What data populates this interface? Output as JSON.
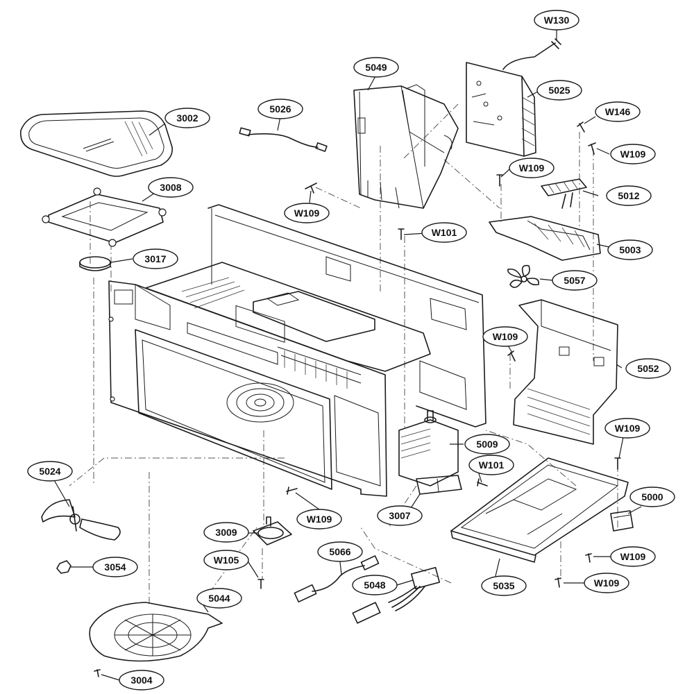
{
  "diagram": {
    "type": "exploded-parts-view",
    "callouts": [
      {
        "id": "c-w130",
        "label": "W130"
      },
      {
        "id": "c-5049",
        "label": "5049"
      },
      {
        "id": "c-5025",
        "label": "5025"
      },
      {
        "id": "c-3002",
        "label": "3002"
      },
      {
        "id": "c-5026",
        "label": "5026"
      },
      {
        "id": "c-w146",
        "label": "W146"
      },
      {
        "id": "c-w109-a",
        "label": "W109"
      },
      {
        "id": "c-3008",
        "label": "3008"
      },
      {
        "id": "c-w109-b",
        "label": "W109"
      },
      {
        "id": "c-5012",
        "label": "5012"
      },
      {
        "id": "c-w109-c",
        "label": "W109"
      },
      {
        "id": "c-w101-a",
        "label": "W101"
      },
      {
        "id": "c-5003",
        "label": "5003"
      },
      {
        "id": "c-3017",
        "label": "3017"
      },
      {
        "id": "c-5057",
        "label": "5057"
      },
      {
        "id": "c-w109-d",
        "label": "W109"
      },
      {
        "id": "c-5052",
        "label": "5052"
      },
      {
        "id": "c-w109-e",
        "label": "W109"
      },
      {
        "id": "c-5009",
        "label": "5009"
      },
      {
        "id": "c-5024",
        "label": "5024"
      },
      {
        "id": "c-w101-b",
        "label": "W101"
      },
      {
        "id": "c-5000",
        "label": "5000"
      },
      {
        "id": "c-3007",
        "label": "3007"
      },
      {
        "id": "c-w109-f",
        "label": "W109"
      },
      {
        "id": "c-3009",
        "label": "3009"
      },
      {
        "id": "c-5066",
        "label": "5066"
      },
      {
        "id": "c-w109-g",
        "label": "W109"
      },
      {
        "id": "c-w105",
        "label": "W105"
      },
      {
        "id": "c-3054",
        "label": "3054"
      },
      {
        "id": "c-5048",
        "label": "5048"
      },
      {
        "id": "c-5035",
        "label": "5035"
      },
      {
        "id": "c-w109-h",
        "label": "W109"
      },
      {
        "id": "c-5044",
        "label": "5044"
      },
      {
        "id": "c-3004",
        "label": "3004"
      }
    ]
  }
}
